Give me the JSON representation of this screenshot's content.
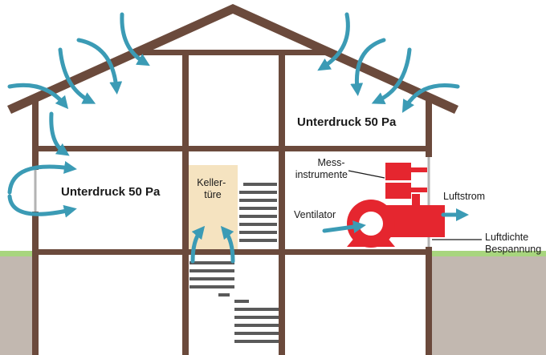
{
  "labels": {
    "pressure_upper": "Unterdruck 50 Pa",
    "pressure_middle": "Unterdruck 50 Pa",
    "cellar_door_line1": "Keller-",
    "cellar_door_line2": "türe",
    "measuring_line1": "Mess-",
    "measuring_line2": "instrumente",
    "fan": "Ventilator",
    "airflow": "Luftstrom",
    "membrane_line1": "Luftdichte",
    "membrane_line2": "Bespannung"
  },
  "colors": {
    "wall": "#6b4a3c",
    "arrow": "#3b9bb5",
    "equipment": "#e5262f",
    "door": "#f5e3c0",
    "ground": "#c2b8b0",
    "grass": "#a8d57e",
    "stairs": "#5a5a5a",
    "membrane": "#b3b3b3"
  },
  "icons": [
    "air-arrow-icon",
    "fan-icon",
    "measuring-instrument-icon"
  ]
}
